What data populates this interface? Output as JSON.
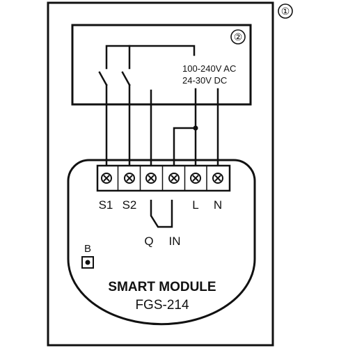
{
  "markers": {
    "device": "①",
    "supply": "②"
  },
  "supply_label": {
    "line1": "100-240V AC",
    "line2": "24-30V DC"
  },
  "terminals": [
    {
      "id": "S1",
      "label": "S1"
    },
    {
      "id": "S2",
      "label": "S2"
    },
    {
      "id": "Q",
      "label": "Q"
    },
    {
      "id": "IN",
      "label": "IN"
    },
    {
      "id": "L",
      "label": "L"
    },
    {
      "id": "N",
      "label": "N"
    }
  ],
  "button_label": "B",
  "module": {
    "name": "SMART MODULE",
    "model": "FGS-214"
  }
}
